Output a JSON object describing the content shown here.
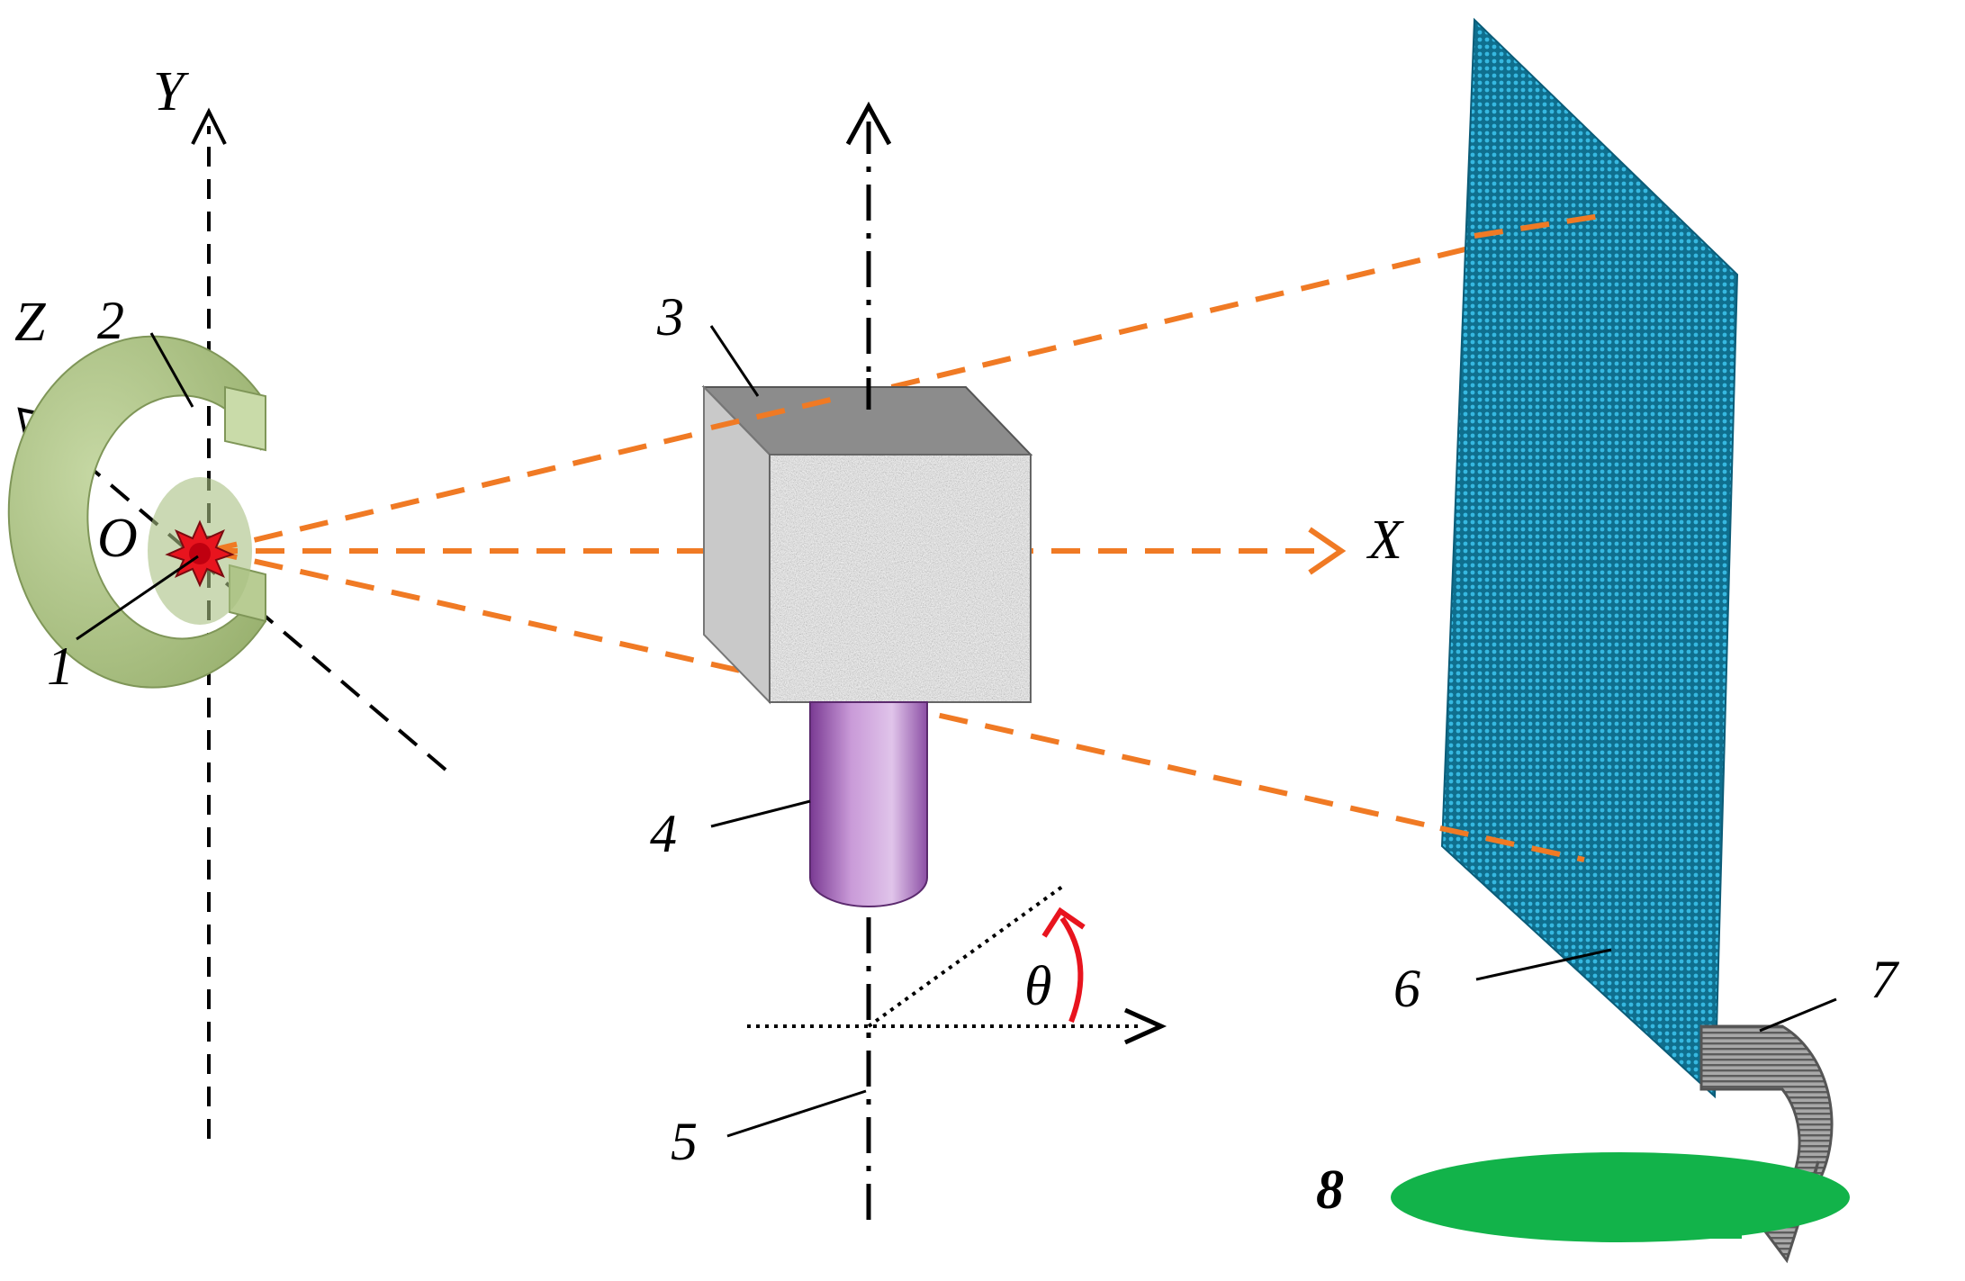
{
  "axes": {
    "y_label": "Y",
    "z_label": "Z",
    "x_label": "X",
    "origin_label": "O",
    "angle_label": "θ"
  },
  "components": [
    {
      "number": "1"
    },
    {
      "number": "2"
    },
    {
      "number": "3"
    },
    {
      "number": "4"
    },
    {
      "number": "5"
    },
    {
      "number": "6"
    },
    {
      "number": "7"
    },
    {
      "number": "8"
    }
  ],
  "colors": {
    "beam": "#f07a24",
    "source": "#e8141e",
    "holder": "#aec48a",
    "cube_top": "#8c8c8c",
    "cube_side": "#c9c9c9",
    "cylinder": "#9b4fb0",
    "screen": "#1b8fb0",
    "arrow": "#8f8f8f",
    "ellipse": "#12b34a",
    "angle_arrow": "#e8141e"
  }
}
